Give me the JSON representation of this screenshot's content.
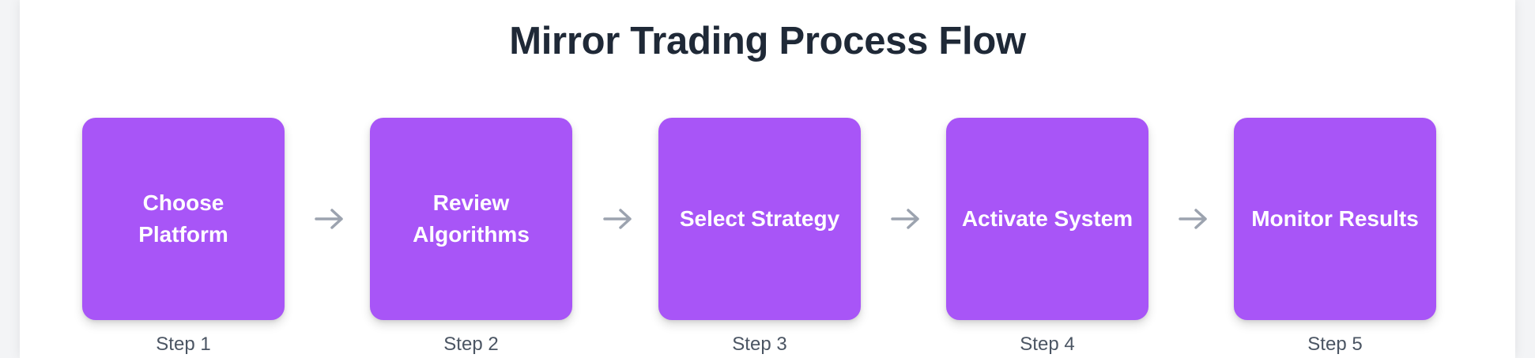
{
  "title": "Mirror Trading Process Flow",
  "colors": {
    "box": "#a855f7",
    "box_text": "#ffffff",
    "arrow": "#9ca3af",
    "title": "#1f2937",
    "step_label": "#4b5563"
  },
  "steps": [
    {
      "label": "Choose Platform",
      "step": "Step 1"
    },
    {
      "label": "Review Algorithms",
      "step": "Step 2"
    },
    {
      "label": "Select Strategy",
      "step": "Step 3"
    },
    {
      "label": "Activate System",
      "step": "Step 4"
    },
    {
      "label": "Monitor Results",
      "step": "Step 5"
    }
  ],
  "connector_icon": "arrow-right-icon"
}
